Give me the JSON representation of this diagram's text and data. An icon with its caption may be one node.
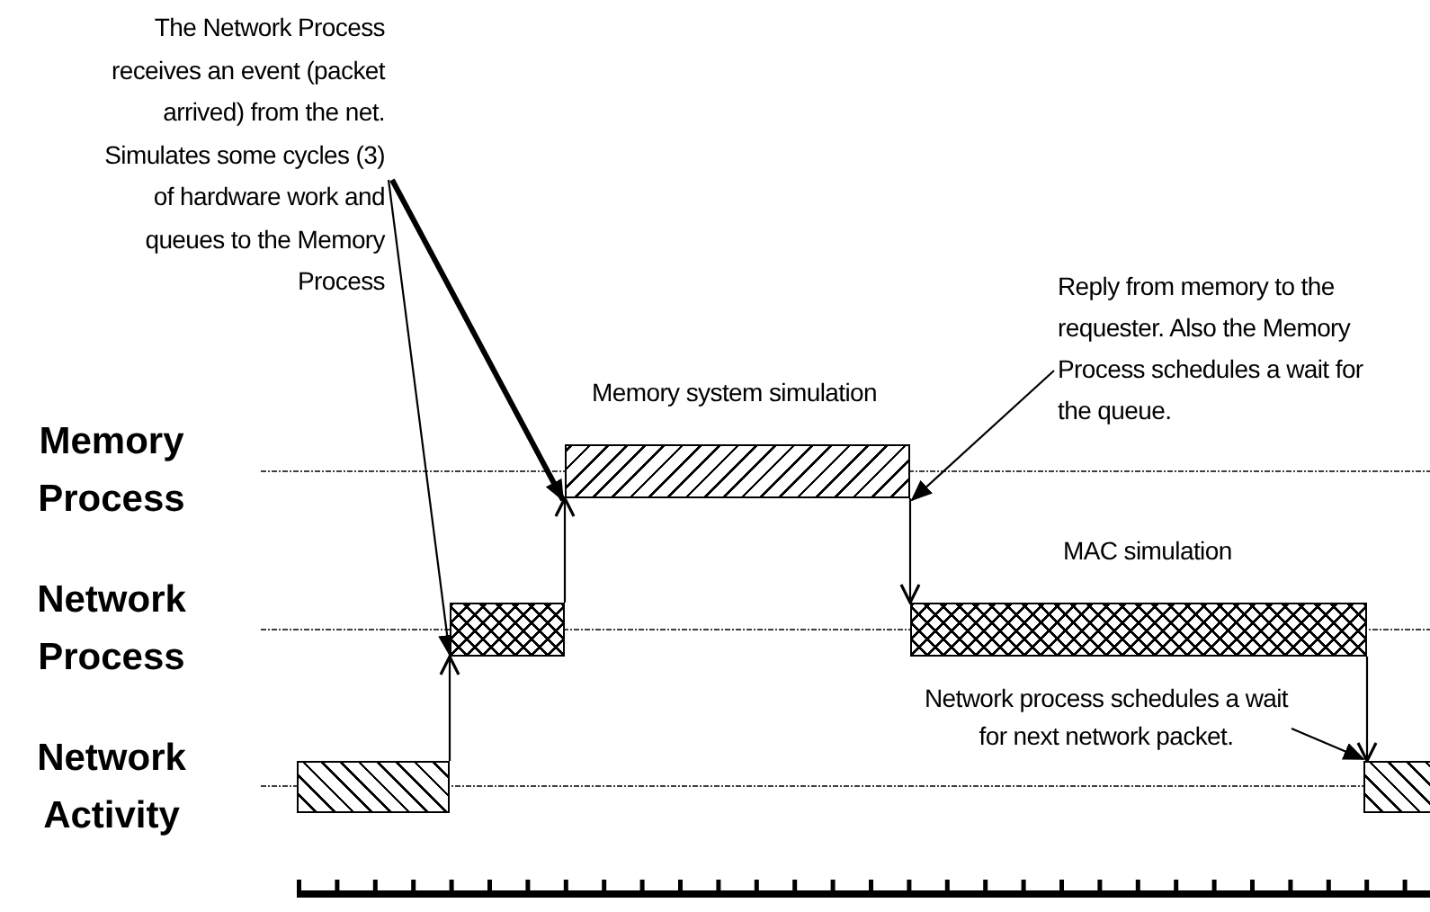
{
  "diagram": {
    "nodes": [
      {
        "text": [
          "The Network Process receives an event (packet arrived) from the net. Simulates some cycles (3) of hardware work and queues to the Memory Process"
        ]
      },
      {
        "text": [],
        "shape": "bar",
        "beside": [
          "Memory system simulation"
        ]
      },
      {
        "text": [
          "Reply from memory to the requester. Also the Memory Process schedules a wait for the queue."
        ]
      },
      {
        "text": [],
        "shape": "bar"
      },
      {
        "text": [],
        "shape": "bar",
        "beside": [
          "MAC simulation"
        ]
      },
      {
        "text": [
          "Network process schedules a wait for next network packet."
        ]
      },
      {
        "text": [],
        "shape": "bar"
      },
      {
        "text": [],
        "shape": "bar"
      }
    ],
    "edges": [
      {
        "from": 6,
        "to": 3,
        "arrow": "to"
      },
      {
        "from": 3,
        "to": 1,
        "arrow": "to"
      },
      {
        "from": 1,
        "to": 4,
        "arrow": "to"
      },
      {
        "from": 4,
        "to": 7,
        "arrow": "to"
      },
      {
        "from": 0,
        "to": 3,
        "arrow": "to"
      },
      {
        "from": 0,
        "to": 1,
        "arrow": "to",
        "style": "thick"
      },
      {
        "from": 2,
        "to": 1,
        "arrow": "to"
      },
      {
        "from": 5,
        "to": 7,
        "arrow": "to"
      }
    ],
    "labels": [
      "Memory Process",
      "Network Process",
      "Network Activity"
    ]
  }
}
